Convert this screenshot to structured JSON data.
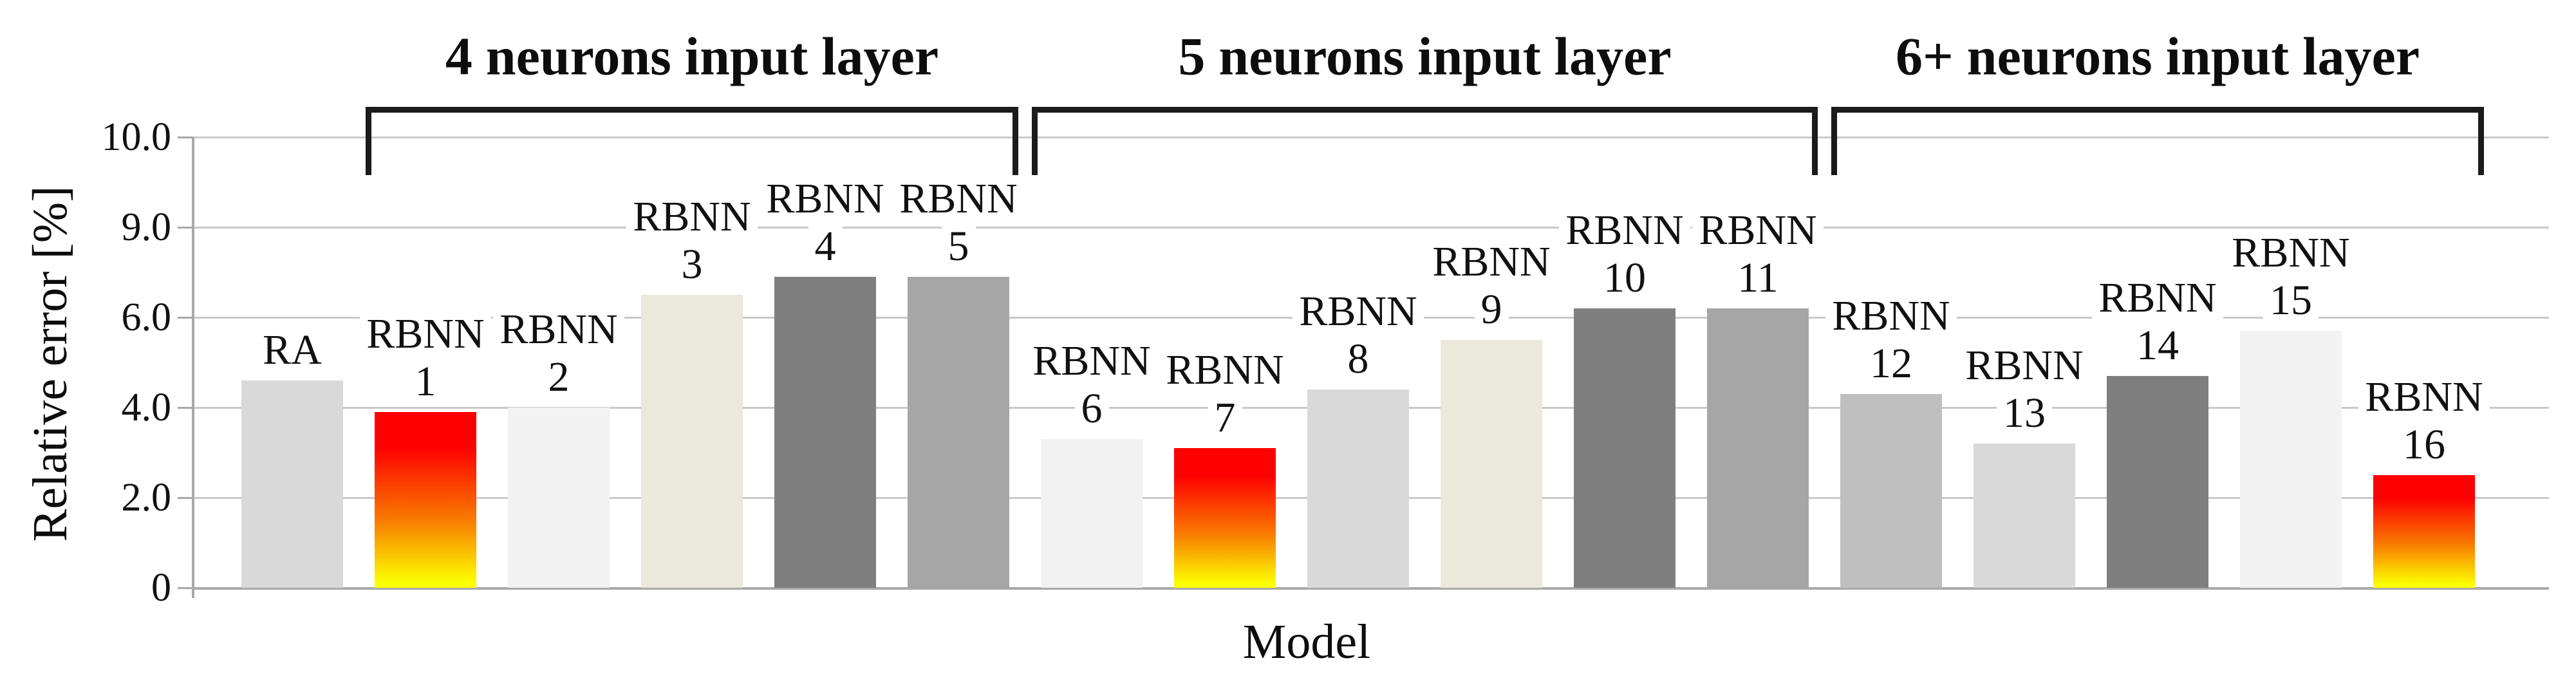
{
  "chart_data": {
    "type": "bar",
    "title": "",
    "xlabel": "Model",
    "ylabel": "Relative error [%]",
    "ylim": [
      0,
      10
    ],
    "grid": true,
    "legend": false,
    "y_gridline_labels": [
      "10.0",
      "9.0",
      "6.0",
      "4.0",
      "2.0",
      "0"
    ],
    "categories": [
      "RA",
      "RBNN 1",
      "RBNN 2",
      "RBNN 3",
      "RBNN 4",
      "RBNN 5",
      "RBNN 6",
      "RBNN 7",
      "RBNN 8",
      "RBNN 9",
      "RBNN 10",
      "RBNN 11",
      "RBNN 12",
      "RBNN 13",
      "RBNN 14",
      "RBNN 15",
      "RBNN 16"
    ],
    "values": [
      4.6,
      3.9,
      4.0,
      6.5,
      6.9,
      6.9,
      3.3,
      3.1,
      4.4,
      5.5,
      6.2,
      6.2,
      4.3,
      3.2,
      4.7,
      5.7,
      2.5
    ],
    "bars": [
      {
        "name": "RA",
        "label_lines": [
          "RA"
        ],
        "value": 4.6,
        "color": "#d9d9d9"
      },
      {
        "name": "RBNN 1",
        "label_lines": [
          "RBNN",
          "1"
        ],
        "value": 3.9,
        "color": "gradient-red-yellow"
      },
      {
        "name": "RBNN 2",
        "label_lines": [
          "RBNN",
          "2"
        ],
        "value": 4.0,
        "color": "#f2f2f2"
      },
      {
        "name": "RBNN 3",
        "label_lines": [
          "RBNN",
          "3"
        ],
        "value": 6.5,
        "color": "#ebe8dc"
      },
      {
        "name": "RBNN 4",
        "label_lines": [
          "RBNN",
          "4"
        ],
        "value": 6.9,
        "color": "#7f7f7f"
      },
      {
        "name": "RBNN 5",
        "label_lines": [
          "RBNN",
          "5"
        ],
        "value": 6.9,
        "color": "#a6a6a6"
      },
      {
        "name": "RBNN 6",
        "label_lines": [
          "RBNN",
          "6"
        ],
        "value": 3.3,
        "color": "#f2f2f2"
      },
      {
        "name": "RBNN 7",
        "label_lines": [
          "RBNN",
          "7"
        ],
        "value": 3.1,
        "color": "gradient-red-yellow"
      },
      {
        "name": "RBNN 8",
        "label_lines": [
          "RBNN",
          "8"
        ],
        "value": 4.4,
        "color": "#d9d9d9"
      },
      {
        "name": "RBNN 9",
        "label_lines": [
          "RBNN",
          "9"
        ],
        "value": 5.5,
        "color": "#ebe8dc"
      },
      {
        "name": "RBNN 10",
        "label_lines": [
          "RBNN",
          "10"
        ],
        "value": 6.2,
        "color": "#7f7f7f"
      },
      {
        "name": "RBNN 11",
        "label_lines": [
          "RBNN",
          "11"
        ],
        "value": 6.2,
        "color": "#a6a6a6"
      },
      {
        "name": "RBNN 12",
        "label_lines": [
          "RBNN",
          "12"
        ],
        "value": 4.3,
        "color": "#bfbfbf"
      },
      {
        "name": "RBNN 13",
        "label_lines": [
          "RBNN",
          "13"
        ],
        "value": 3.2,
        "color": "#d9d9d9"
      },
      {
        "name": "RBNN 14",
        "label_lines": [
          "RBNN",
          "14"
        ],
        "value": 4.7,
        "color": "#7f7f7f"
      },
      {
        "name": "RBNN 15",
        "label_lines": [
          "RBNN",
          "15"
        ],
        "value": 5.7,
        "color": "#f2f2f2"
      },
      {
        "name": "RBNN 16",
        "label_lines": [
          "RBNN",
          "16"
        ],
        "value": 2.5,
        "color": "gradient-red-yellow"
      }
    ],
    "group_brackets": [
      {
        "label": "4 neurons input layer",
        "from_bar": "RBNN 1",
        "to_bar": "RBNN 5"
      },
      {
        "label": "5 neurons input layer",
        "from_bar": "RBNN 6",
        "to_bar": "RBNN 11"
      },
      {
        "label": "6+ neurons input layer",
        "from_bar": "RBNN 12",
        "to_bar": "RBNN 16"
      }
    ],
    "colors": {
      "gradient_top": "#ff0000",
      "gradient_mid": "#f87d00",
      "gradient_bottom": "#fcff00",
      "gridline": "#c9c9c9",
      "axis": "#a8a8a8",
      "bracket": "#1b1b1b"
    }
  }
}
